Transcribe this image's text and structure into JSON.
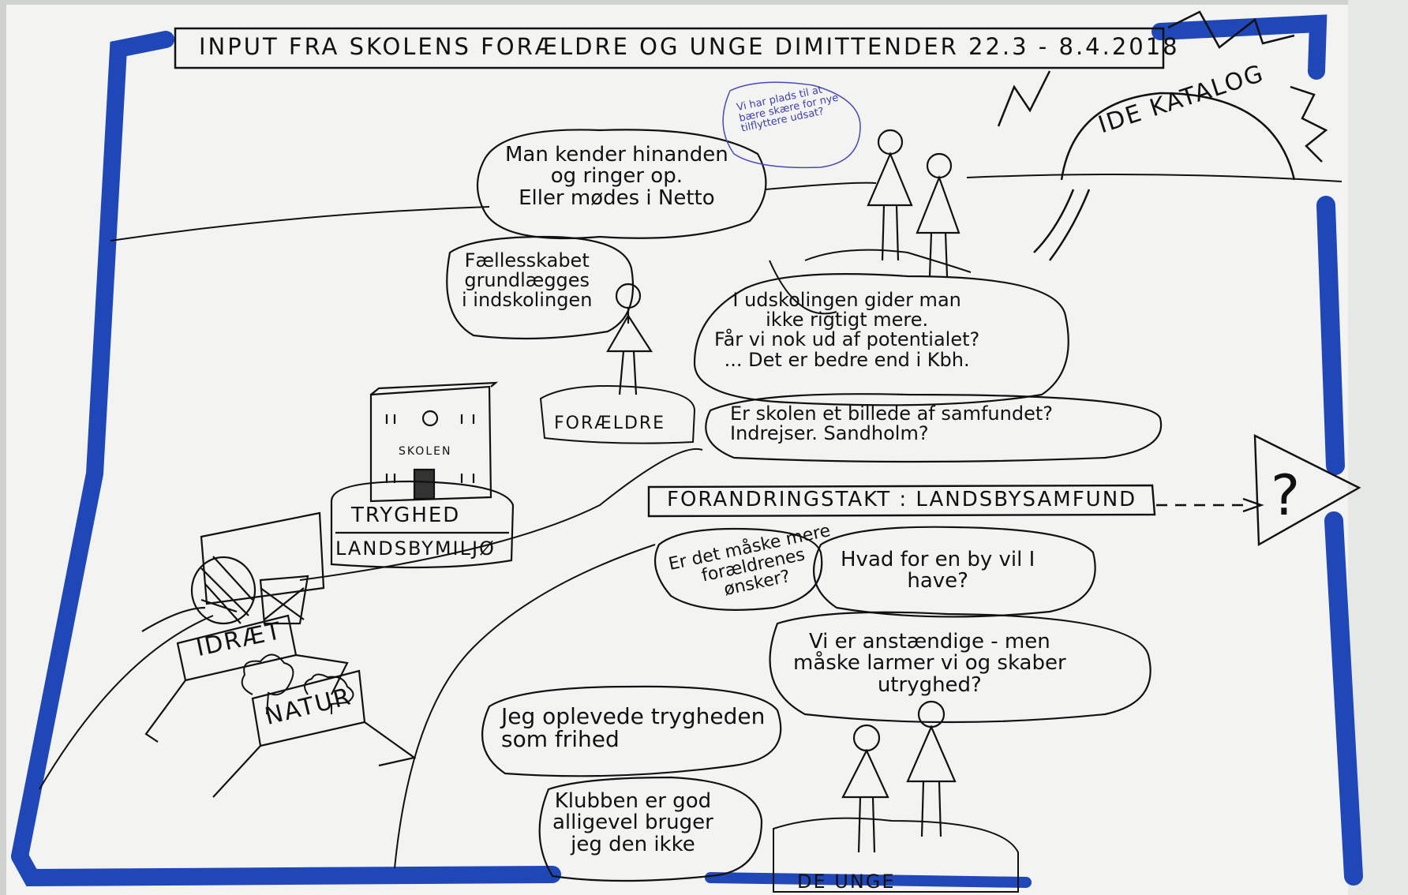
{
  "title": "INPUT FRA SKOLENS FORÆLDRE OG UNGE DIMITTENDER 22.3 - 8.4.2018",
  "ide_katalog": "IDE KATALOG",
  "note_blue": "Vi har plads til at bære skære for nye tilflyttere udsat?",
  "bubbles": {
    "kender": "Man kender hinanden\nog ringer op.\nEller mødes i Netto",
    "faellesskabet": "Fællesskabet\ngrundlægges\ni indskolingen",
    "udskolingen": "I udskolingen gider man\nikke rigtigt mere.\nFår vi nok ud af potentialet?\n... Det er bedre end i Kbh.",
    "billede": "Er skolen et billede af samfundet?\nIndrejser. Sandholm?",
    "maaske": "Er det måske mere\nforældrenes\nønsker?",
    "hvad_by": "Hvad for en by vil I\nhave?",
    "anstaendige": "Vi er anstændige - men\nmåske larmer vi og skaber\nutryghed?",
    "oplevede": "Jeg oplevede trygheden\nsom frihed",
    "klubben": "Klubben er god\nalligevel bruger\njeg den ikke"
  },
  "labels": {
    "foraeldre": "FORÆLDRE",
    "skolen": "SKOLEN",
    "tryghed": "TRYGHED",
    "landsbymiljo": "LANDSBYMILJØ",
    "idraet": "IDRÆT",
    "natur": "NATUR",
    "de_unge": "DE UNGE",
    "forandringstakt": "FORANDRINGSTAKT : LANDSBYSAMFUND",
    "question": "?"
  },
  "colors": {
    "border": "#1f47b8",
    "paper": "#f3f4f2",
    "ink": "#111111",
    "note_ink": "#4848b8"
  },
  "icons": [
    "sun-icon",
    "school-building-icon",
    "basketball-hoop-icon",
    "tree-icon",
    "person-icon",
    "arrow-right-icon"
  ]
}
